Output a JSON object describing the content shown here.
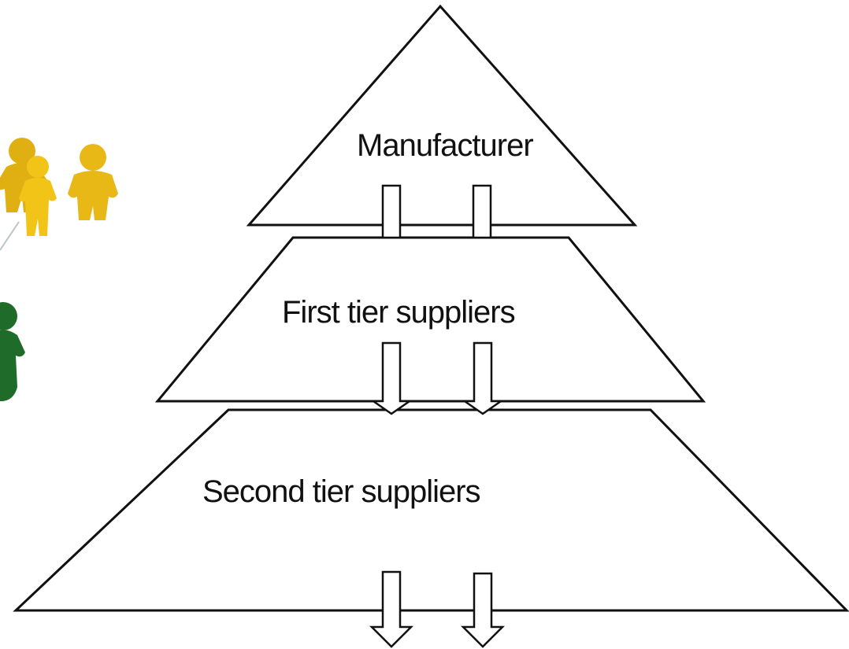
{
  "tiers": [
    {
      "label": "Manufacturer"
    },
    {
      "label": "First tier suppliers"
    },
    {
      "label": "Second tier suppliers"
    }
  ],
  "figures": [
    {
      "icon": "yellow-people-figures-icon",
      "color": "#f2c418"
    },
    {
      "icon": "green-person-figure-icon",
      "color": "#1f6b2a"
    }
  ],
  "colors": {
    "outline": "#111111",
    "fill": "#ffffff"
  }
}
